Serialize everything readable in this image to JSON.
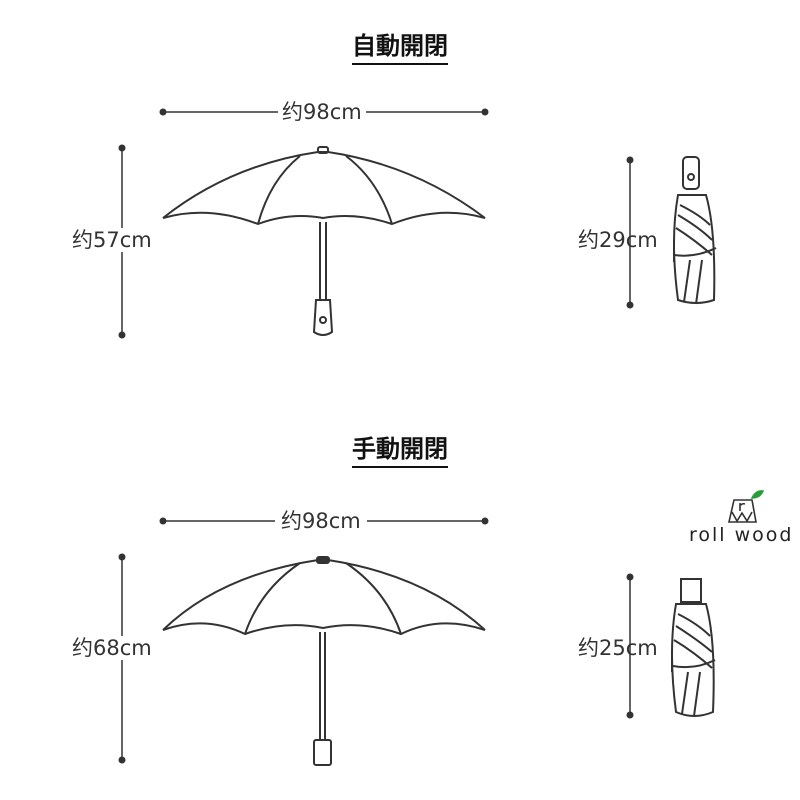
{
  "sections": [
    {
      "title": "自動開閉",
      "width": "约98cm",
      "open_height": "约57cm",
      "folded_length": "约29cm"
    },
    {
      "title": "手動開閉",
      "width": "约98cm",
      "open_height": "约68cm",
      "folded_length": "约25cm"
    }
  ],
  "brand": {
    "name": "roll wood",
    "leaf_color": "#2a9d3a"
  }
}
